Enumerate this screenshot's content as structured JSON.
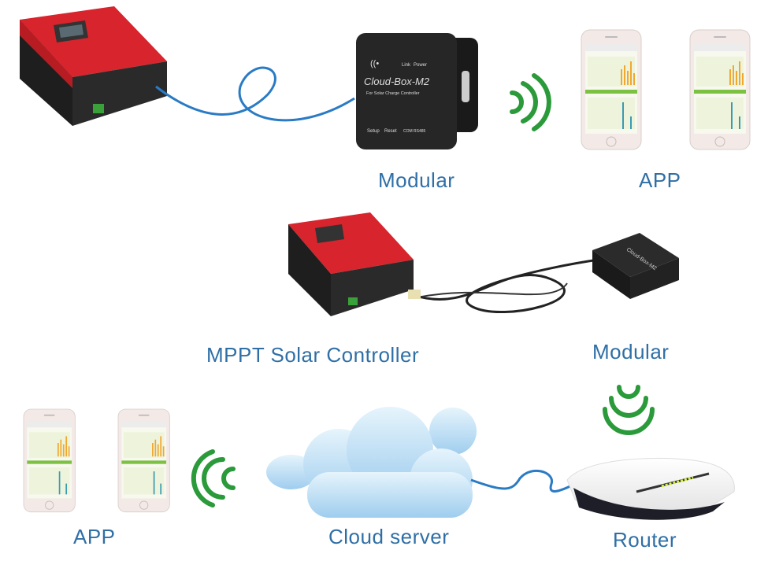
{
  "labels": {
    "modular_top": "Modular",
    "app_top": "APP",
    "mppt_controller": "MPPT Solar Controller",
    "modular_middle": "Modular",
    "app_bottom": "APP",
    "cloud_server": "Cloud server",
    "router": "Router"
  },
  "module_device": {
    "name": "Cloud-Box-M2",
    "subtitle": "For Solar Charge Controller",
    "leds": [
      "Link",
      "Power"
    ],
    "buttons": [
      "Setup",
      "Reset"
    ],
    "port": "COM RS485"
  },
  "colors": {
    "label_text": "#2f6fa6",
    "wireless_waves": "#2a9a3a",
    "controller_red": "#d8242c",
    "cable_blue": "#2a7bc4",
    "cloud": "#bfe0f5"
  },
  "icons": [
    "wifi-waves-right",
    "wifi-waves-down",
    "wifi-waves-left",
    "cloud",
    "router",
    "smartphone"
  ]
}
